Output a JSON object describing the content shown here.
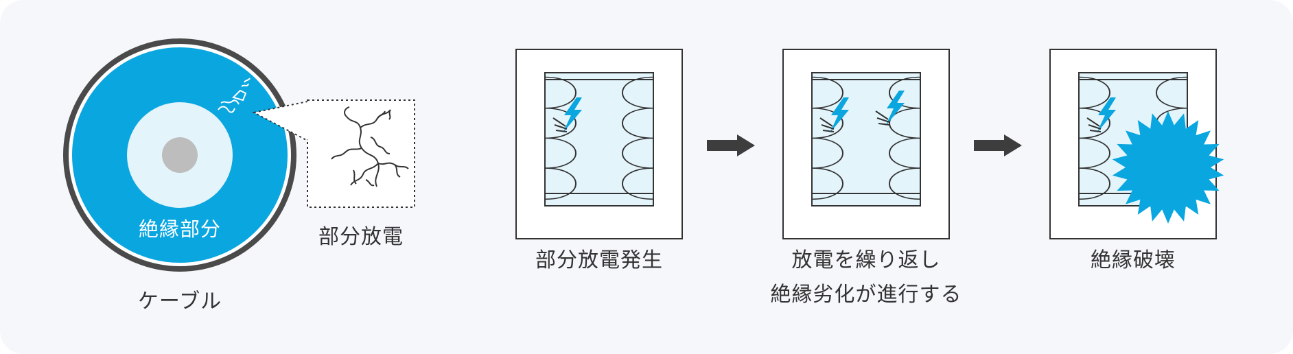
{
  "colors": {
    "accent": "#0aa6e0",
    "accent_light": "#e3f4fb",
    "outline": "#333333",
    "cable_jacket": "#4a4a4a",
    "core": "#bdbdbd",
    "arrow": "#3d3d3d"
  },
  "cable": {
    "label": "ケーブル",
    "insulation_label": "絶縁部分",
    "callout_label": "部分放電"
  },
  "stages": [
    {
      "label_line1": "部分放電発生",
      "label_line2": ""
    },
    {
      "label_line1": "放電を繰り返し",
      "label_line2": "絶縁劣化が進行する"
    },
    {
      "label_line1": "絶縁破壊",
      "label_line2": ""
    }
  ],
  "icons": [
    "lightning-bolt-icon",
    "right-arrow-icon",
    "burst-icon"
  ]
}
